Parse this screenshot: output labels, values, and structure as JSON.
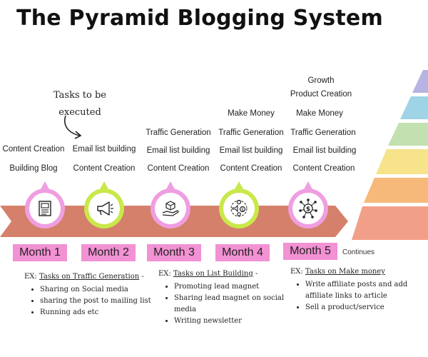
{
  "title": "The Pyramid Blogging System",
  "note": {
    "line1": "Tasks to be",
    "line2": "executed"
  },
  "columns": [
    {
      "month": "Month 1",
      "icon": "blog-page-icon",
      "tasks": [
        "Content Creation",
        "Building Blog"
      ]
    },
    {
      "month": "Month 2",
      "icon": "megaphone-icon",
      "tasks": [
        "Email list building",
        "Content Creation"
      ]
    },
    {
      "month": "Month 3",
      "icon": "hand-box-icon",
      "tasks": [
        "Traffic Generation",
        "Email list building",
        "Content Creation"
      ]
    },
    {
      "month": "Month 4",
      "icon": "money-network-icon",
      "tasks": [
        "Make Money",
        "Traffic Generation",
        "Email list building",
        "Content Creation"
      ]
    },
    {
      "month": "Month 5",
      "icon": "dollar-network-icon",
      "tasks": [
        "Growth",
        "Product Creation",
        "Make Money",
        "Traffic Generation",
        "Email list building",
        "Content Creation"
      ]
    }
  ],
  "continues": "Continues",
  "examples": [
    {
      "prefix": "EX:",
      "heading": "Tasks on Traffic Generation",
      "suffix": " -",
      "items": [
        "Sharing on Social media",
        "sharing the post to mailing list",
        "Running ads etc"
      ]
    },
    {
      "prefix": "EX:",
      "heading": "Tasks on List Building",
      "suffix": " -",
      "items": [
        "Promoting lead magnet",
        "Sharing lead magnet on social media",
        "Writing newsletter"
      ]
    },
    {
      "prefix": "EX:",
      "heading": "Tasks on Make money",
      "suffix": "",
      "items": [
        "Write affiliate posts and add affiliate links to article",
        "Sell a product/service"
      ]
    }
  ],
  "colors": {
    "band": "#d4806a",
    "month_box": "#f291d3",
    "circle_pink": "#ef9ee0",
    "circle_green": "#c9e84a",
    "pyramid": [
      "#b7b4e3",
      "#9fd3e6",
      "#c2e0b0",
      "#f6e38a",
      "#f6b979",
      "#f29f8a"
    ]
  }
}
